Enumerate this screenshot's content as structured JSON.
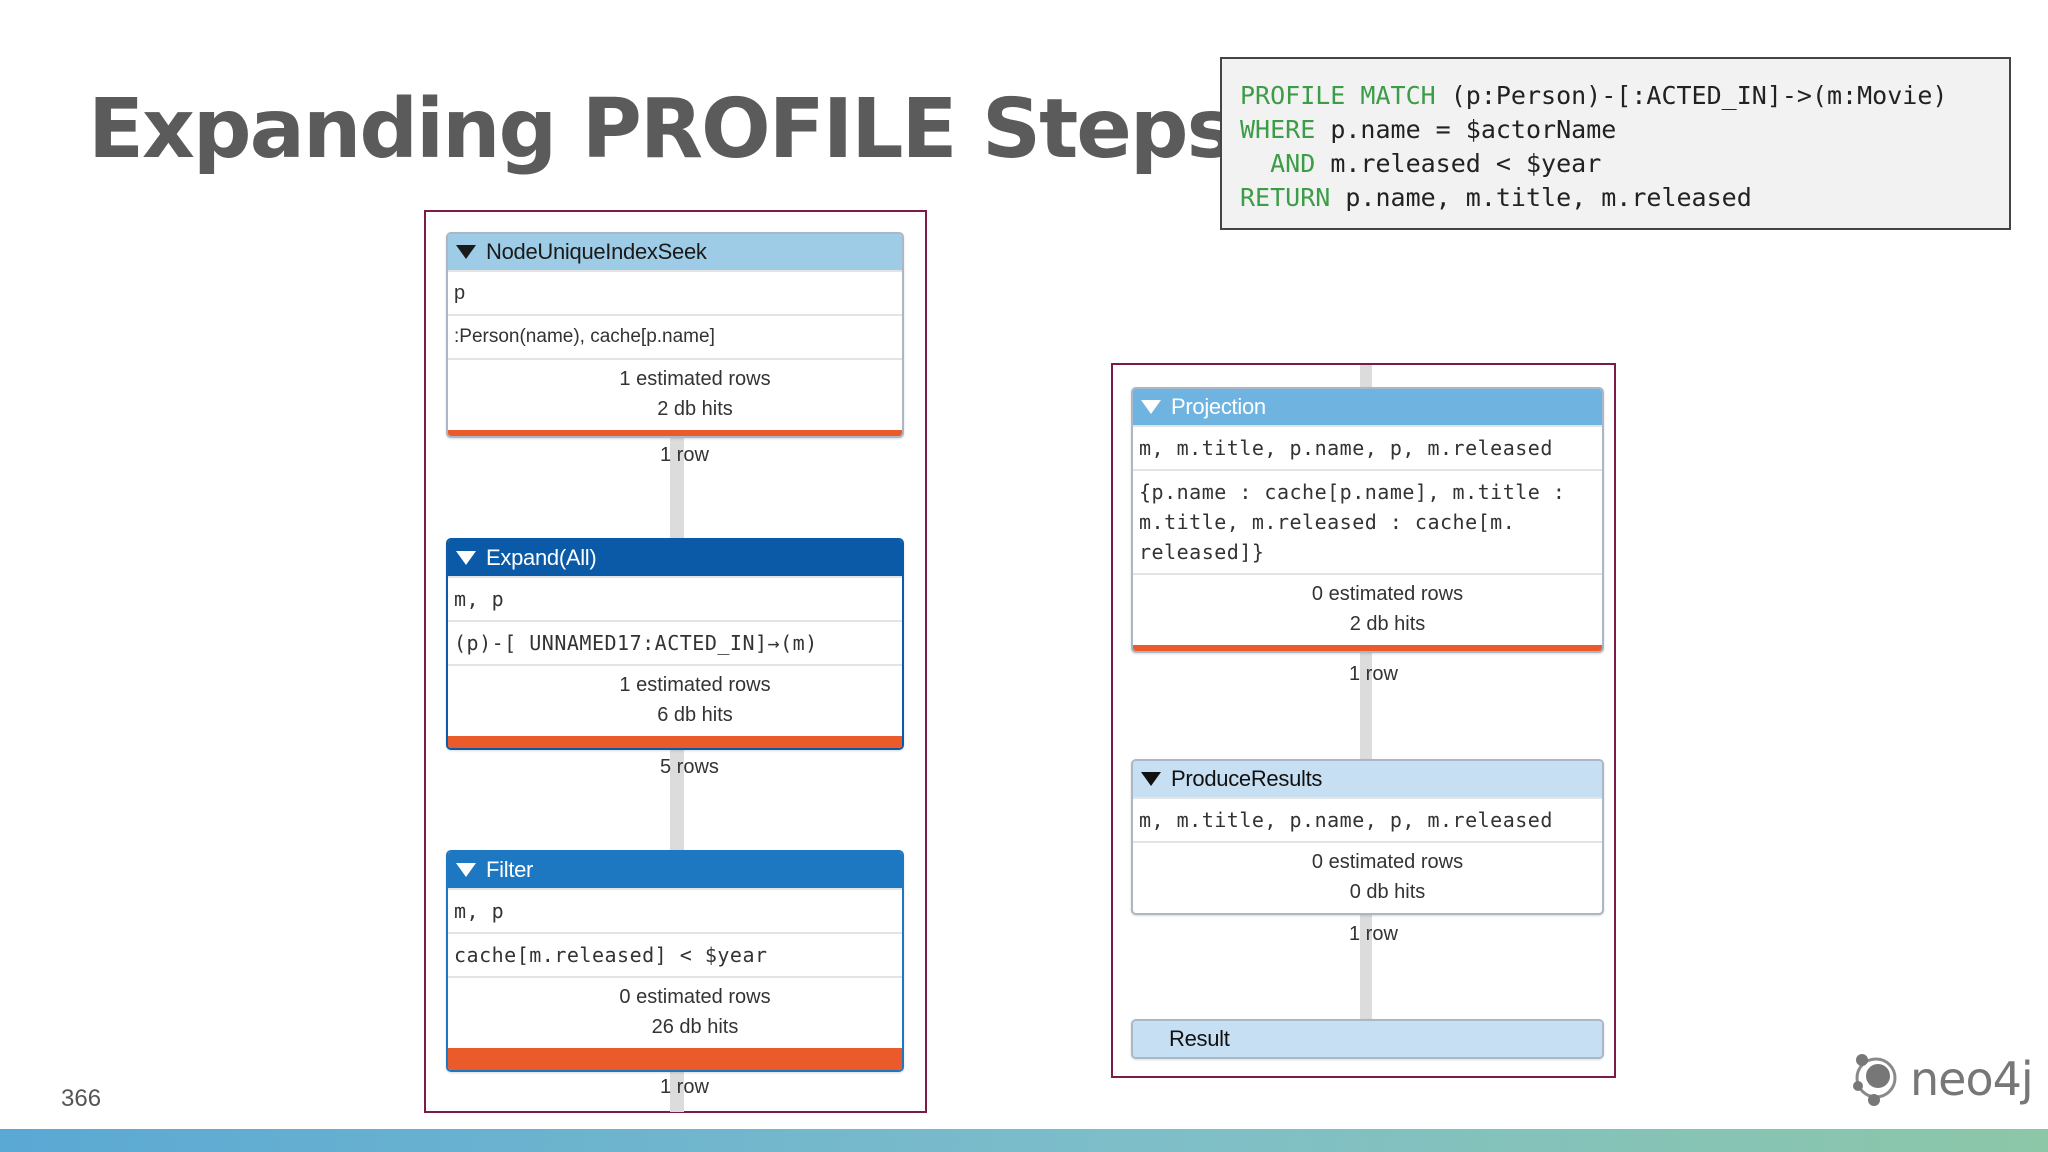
{
  "slide": {
    "title": "Expanding PROFILE Steps",
    "page_number": "366",
    "logo_text": "neo4j"
  },
  "query": {
    "line1_kw": "PROFILE MATCH",
    "line1_rest": " (p:Person)-[:ACTED_IN]->(m:Movie)",
    "line2_kw": "WHERE",
    "line2_rest": " p.name = $actorName",
    "line3_kw": "  AND",
    "line3_rest": " m.released < $year",
    "line4_kw": "RETURN",
    "line4_rest": " p.name, m.title, m.released"
  },
  "left_plan": {
    "op1": {
      "name": "NodeUniqueIndexSeek",
      "var": "p",
      "detail": ":Person(name), cache[p.name]",
      "est": "1 estimated rows",
      "hits": "2 db hits"
    },
    "edge1": "1 row",
    "op2": {
      "name": "Expand(All)",
      "var": "m, p",
      "detail": "(p)-[ UNNAMED17:ACTED_IN]→(m)",
      "est": "1 estimated rows",
      "hits": "6 db hits"
    },
    "edge2": "5 rows",
    "op3": {
      "name": "Filter",
      "var": "m, p",
      "detail": "cache[m.released] < $year",
      "est": "0 estimated rows",
      "hits": "26 db hits"
    },
    "edge3": "1 row"
  },
  "right_plan": {
    "op1": {
      "name": "Projection",
      "var": "m, m.title, p.name, p, m.released",
      "detail": "{p.name : cache[p.name], m.title : m.title, m.released : cache[m. released]}",
      "est": "0 estimated rows",
      "hits": "2 db hits"
    },
    "edge1": "1 row",
    "op2": {
      "name": "ProduceResults",
      "var": "m, m.title, p.name, p, m.released",
      "est": "0 estimated rows",
      "hits": "0 db hits"
    },
    "edge2": "1 row",
    "result": "Result"
  },
  "colors": {
    "bar_orange": "#ea5a2b",
    "panel_border": "#7b1c47",
    "keyword_green": "#3d9c47",
    "header_dark_blue": "#0a5aa8",
    "header_light_blue": "#9ecce6"
  }
}
